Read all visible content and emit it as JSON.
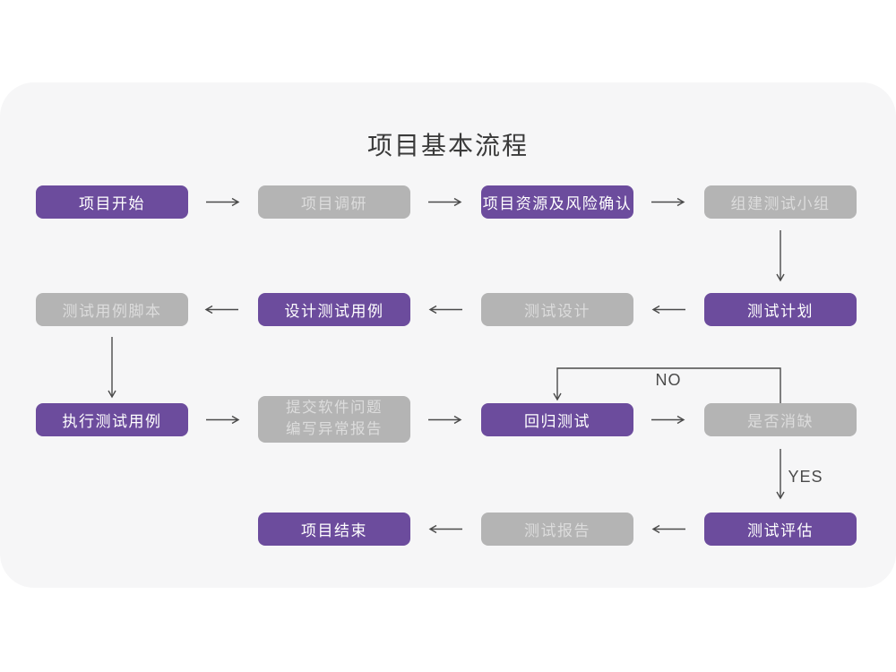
{
  "title": "项目基本流程",
  "colors": {
    "node_purple": "#6C4C9D",
    "node_gray": "#B4B4B4",
    "purple_text": "#FFFFFF",
    "gray_text": "#DCDCDC",
    "card_bg": "#F6F6F7",
    "arrow": "#4A4A4A",
    "title_text": "#3A3A3A"
  },
  "flowchart": {
    "nodes": [
      {
        "label": "项目开始",
        "variant": "purple"
      },
      {
        "label": "项目调研",
        "variant": "gray"
      },
      {
        "label": "项目资源及风险确认",
        "variant": "purple"
      },
      {
        "label": "组建测试小组",
        "variant": "gray"
      },
      {
        "label": "测试用例脚本",
        "variant": "gray"
      },
      {
        "label": "设计测试用例",
        "variant": "purple"
      },
      {
        "label": "测试设计",
        "variant": "gray"
      },
      {
        "label": "测试计划",
        "variant": "purple"
      },
      {
        "label": "执行测试用例",
        "variant": "purple"
      },
      {
        "label": "提交软件问题\n编写异常报告",
        "variant": "gray"
      },
      {
        "label": "回归测试",
        "variant": "purple"
      },
      {
        "label": "是否消缺",
        "variant": "gray"
      },
      {
        "label": "项目结束",
        "variant": "purple"
      },
      {
        "label": "测试报告",
        "variant": "gray"
      },
      {
        "label": "测试评估",
        "variant": "purple"
      }
    ],
    "branch_labels": {
      "no": "NO",
      "yes": "YES"
    }
  }
}
